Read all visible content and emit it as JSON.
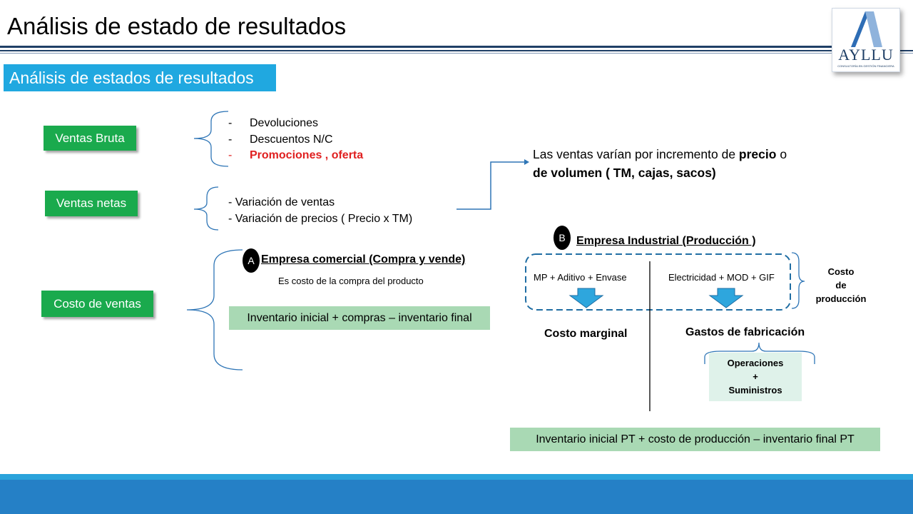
{
  "header": {
    "title": "Análisis de estado de resultados"
  },
  "logo": {
    "name": "AYLLU",
    "subtitle": "CONSULTORÍA EN GESTIÓN FINANCIERA"
  },
  "section": {
    "title": "Análisis de  estados de resultados"
  },
  "ventas_bruta": {
    "label": "Ventas Bruta",
    "items": [
      {
        "bullet": "-",
        "text": "Devoluciones",
        "color": "#000000"
      },
      {
        "bullet": "-",
        "text": "Descuentos N/C",
        "color": "#000000"
      },
      {
        "bullet": "-",
        "text": "Promociones , oferta",
        "color": "#e02020"
      }
    ]
  },
  "ventas_netas": {
    "label": "Ventas netas",
    "items": [
      "- Variación de ventas",
      "- Variación de precios ( Precio x TM)"
    ]
  },
  "note": {
    "part1": "Las ventas  varían por incremento de ",
    "bold1": "precio",
    "part2": " o",
    "line2": "de volumen ( TM, cajas, sacos)"
  },
  "costo_ventas": {
    "label": "Costo de ventas"
  },
  "empresa_comercial": {
    "marker": "A",
    "title": "Empresa comercial (Compra y vende)",
    "desc": "Es costo de la compra del producto",
    "formula": "Inventario inicial + compras – inventario final"
  },
  "empresa_industrial": {
    "marker": "B",
    "title": "Empresa Industrial (Producción )",
    "left_components": "MP + Aditivo + Envase",
    "right_components": "Electricidad + MOD + GIF",
    "costo_produccion": [
      "Costo",
      "de",
      "producción"
    ],
    "costo_marginal": "Costo marginal",
    "gastos_fabricacion": "Gastos de fabricación",
    "operaciones": [
      "Operaciones",
      "+",
      "Suministros"
    ],
    "formula": "Inventario inicial PT + costo de producción – inventario final PT"
  },
  "colors": {
    "green": "#1aaa4d",
    "section_blue": "#20a8e0",
    "formula_green": "#a9d9b4",
    "arrow_blue": "#2ea6dd",
    "accent_red": "#e02020"
  }
}
